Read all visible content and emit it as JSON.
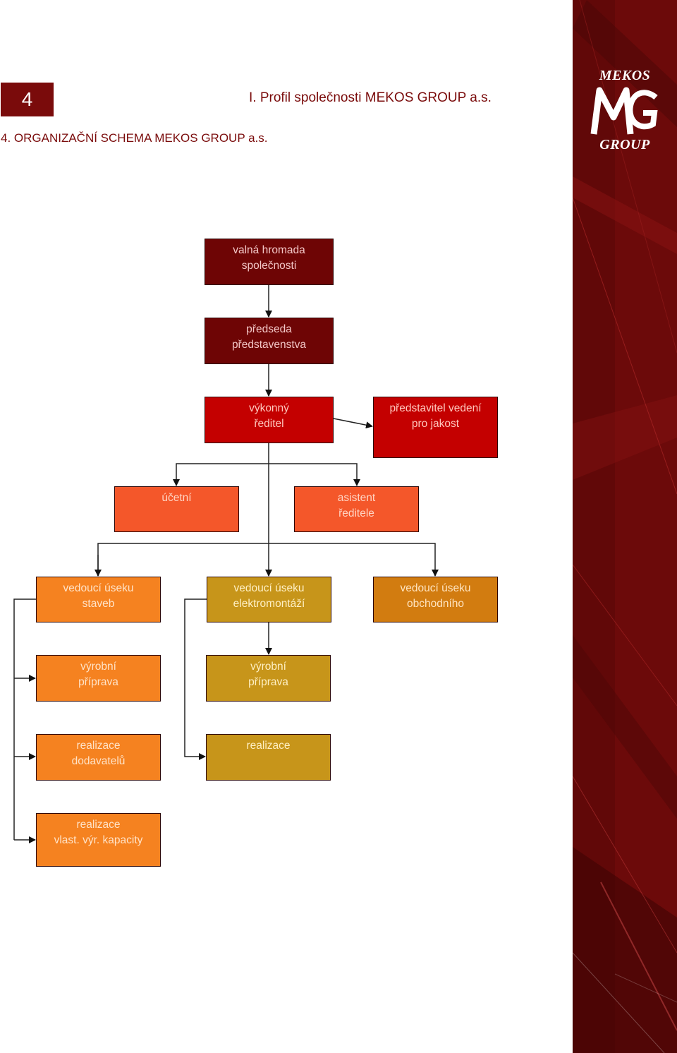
{
  "header": {
    "page_number": "4",
    "title": "I. Profil společnosti MEKOS GROUP a.s.",
    "section_title": "4. ORGANIZAČNÍ SCHEMA MEKOS GROUP a.s."
  },
  "logo": {
    "top_text": "MEKOS",
    "bottom_text": "GROUP",
    "mark_icon": "mg-monogram-icon"
  },
  "nodes": {
    "valna_hromada": "valná hromada\nspolečnosti",
    "predseda": "předseda\npředstavenstva",
    "vykonny_reditel": "výkonný\nředitel",
    "predstavitel": "představitel vedení\npro jakost",
    "ucetni": "účetní",
    "asistent": "asistent\nředitele",
    "vedouci_staveb": "vedoucí úseku\nstaveb",
    "vedouci_elektro": "vedoucí úseku\nelektromontáží",
    "vedouci_obchod": "vedoucí úseku\nobchodního",
    "vyrobni_priprava_1": "výrobní\npříprava",
    "vyrobni_priprava_2": "výrobní\npříprava",
    "realizace_dodavatelu": "realizace\ndodavatelů",
    "realizace": "realizace",
    "realizace_vlast": "realizace\nvlast. výr. kapacity"
  },
  "colors": {
    "accent": "#7a0b0b",
    "level1": "#6e0505",
    "level2": "#c40000",
    "level3": "#f4572a",
    "orange": "#f58220",
    "dark_orange": "#d27c10",
    "mustard": "#c7951a"
  }
}
